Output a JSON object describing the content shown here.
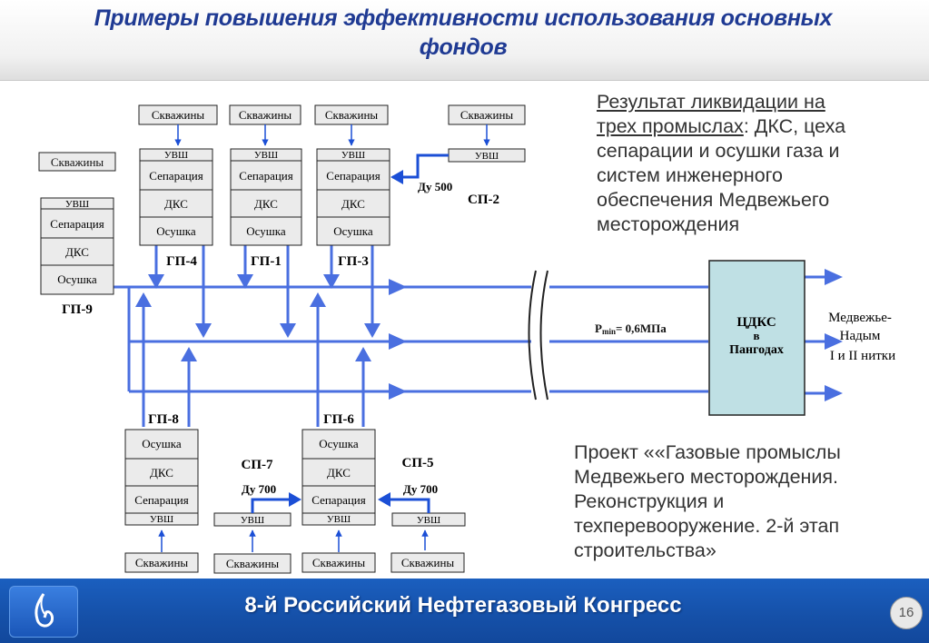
{
  "title": {
    "line1": "Примеры повышения эффективности использования основных",
    "line2": "фондов"
  },
  "wells_label": "Скважины",
  "uvsh_label": "УВШ",
  "separation_label": "Сепарация",
  "dks_label": "ДКС",
  "drying_label": "Осушка",
  "plants": {
    "gp9": "ГП-9",
    "gp4": "ГП-4",
    "gp1": "ГП-1",
    "gp3": "ГП-3",
    "gp8": "ГП-8",
    "gp6": "ГП-6"
  },
  "sites": {
    "sp2": "СП-2",
    "sp7": "СП-7",
    "sp5": "СП-5"
  },
  "pipes": {
    "du500": "Ду 500",
    "du700_left": "Ду 700",
    "du700_right": "Ду 700"
  },
  "pressure": {
    "p_label": "P",
    "p_sub": "min",
    "p_value": "= 0,6МПа"
  },
  "central_station": {
    "line1": "ЦДКС",
    "line2": "в",
    "line3": "Пангодах"
  },
  "destination": {
    "line1": "Медвежье-",
    "line2": "Надым",
    "line3": "I и II нитки"
  },
  "result_text": {
    "link_line1": "Результат ликвидации на",
    "link_line2": "трех промыслах",
    "rest_line2": ": ДКС, цеха",
    "line3": "сепарации и осушки газа и",
    "line4": "систем инженерного",
    "line5": "обеспечения Медвежьего",
    "line6": "месторождения"
  },
  "project_text": {
    "line1": "Проект ««Газовые промыслы",
    "line2": "Медвежьего месторождения.",
    "line3": "Реконструкция и",
    "line4": "техперевооружение. 2-й этап",
    "line5": "строительства»"
  },
  "footer": {
    "text": "8-й Российский Нефтегазовый Конгресс",
    "page": "16"
  },
  "colors": {
    "title": "#1f3a93",
    "flow_line": "#4a6fe0",
    "arrow": "#1b4fd6",
    "central_fill": "#bfe0e4",
    "box_fill": "#ebebeb",
    "footer": "#1b5fbf"
  }
}
